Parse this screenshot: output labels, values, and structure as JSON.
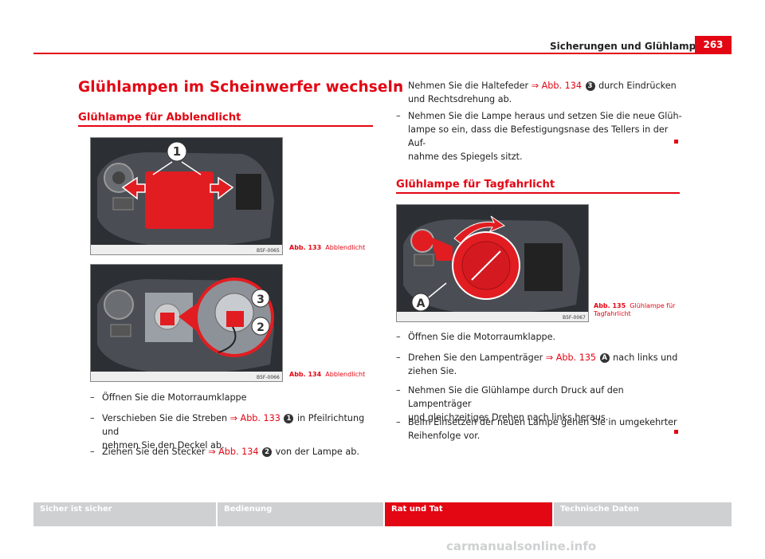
{
  "header": {
    "section_title": "Sicherungen und Glühlampen",
    "page_number": "263"
  },
  "main_title": "Glühlampen im Scheinwerfer wechseln",
  "left": {
    "subheading": "Glühlampe für Abblendlicht",
    "fig133": {
      "code": "B5F-0065",
      "caption_num": "Abb. 133",
      "caption_text": "Abblendlicht",
      "callout": "1"
    },
    "fig134": {
      "code": "B5F-0066",
      "caption_num": "Abb. 134",
      "caption_text": "Abblendlicht",
      "callout_a": "3",
      "callout_b": "2"
    },
    "steps": [
      {
        "dash": "–",
        "text": "Öffnen Sie die Motorraumklappe"
      },
      {
        "dash": "–",
        "pre": "Verschieben Sie die Streben ",
        "ref": "⇒ Abb. 133",
        "badge": "1",
        "post": " in Pfeilrichtung und",
        "line2": "nehmen Sie den Deckel ab."
      },
      {
        "dash": "–",
        "pre": "Ziehen Sie den Stecker ",
        "ref": "⇒ Abb. 134",
        "badge": "2",
        "post": " von der Lampe ab."
      }
    ]
  },
  "right": {
    "steps_top": [
      {
        "dash": "–",
        "pre": "Nehmen Sie die Haltefeder ",
        "ref": "⇒ Abb. 134",
        "badge": "3",
        "post": " durch Eindrücken",
        "line2": "und Rechtsdrehung ab."
      },
      {
        "dash": "–",
        "line1": "Nehmen Sie die Lampe heraus und setzen Sie die neue Glüh-",
        "line2": "lampe so ein, dass die Befestigungsnase des Tellers in der Auf-",
        "line3": "nahme des Spiegels sitzt."
      }
    ],
    "subheading": "Glühlampe für Tagfahrlicht",
    "fig135": {
      "code": "B5F-0067",
      "caption_num": "Abb. 135",
      "caption_text_1": "Glühlampe für",
      "caption_text_2": "Tagfahrlicht",
      "callout": "A"
    },
    "steps_bottom": [
      {
        "dash": "–",
        "text": "Öffnen Sie die Motorraumklappe."
      },
      {
        "dash": "–",
        "pre": "Drehen Sie den Lampenträger ",
        "ref": "⇒ Abb. 135",
        "badge": "A",
        "post": " nach links und",
        "line2": "ziehen Sie."
      },
      {
        "dash": "–",
        "line1": "Nehmen Sie die Glühlampe durch Druck auf den Lampenträger",
        "line2": "und gleichzeitiges Drehen nach links heraus."
      },
      {
        "dash": "–",
        "line1": "Beim Einsetzen der neuen Lampe gehen Sie in umgekehrter",
        "line2": "Reihenfolge vor."
      }
    ]
  },
  "footer": {
    "tabs": [
      {
        "label": "Sicher ist sicher",
        "active": false
      },
      {
        "label": "Bedienung",
        "active": false
      },
      {
        "label": "Rat und Tat",
        "active": true
      },
      {
        "label": "Technische Daten",
        "active": false
      }
    ]
  },
  "watermark": "carmanualsonline.info",
  "colors": {
    "accent": "#e30613",
    "footer_gray": "#cfd0d1"
  }
}
